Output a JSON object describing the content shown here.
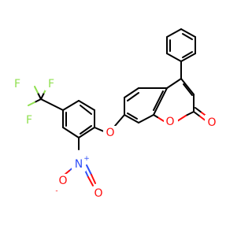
{
  "molecule": {
    "atoms": {
      "ring_oxygen": "O",
      "carbonyl_oxygen": "O",
      "ether_oxygen": "O",
      "nitro_nitrogen": "N",
      "nitro_nitrogen_charge": "+",
      "nitro_oxygen_upper": "O",
      "nitro_oxygen_lower": "O",
      "nitro_oxygen_charge": "-",
      "fluorine_top_left": "F",
      "fluorine_top_right": "F",
      "fluorine_left": "F"
    },
    "colors": {
      "carbon": "#000000",
      "oxygen": "#ff0d0d",
      "nitrogen": "#3050f8",
      "fluorine": "#90e050"
    }
  }
}
